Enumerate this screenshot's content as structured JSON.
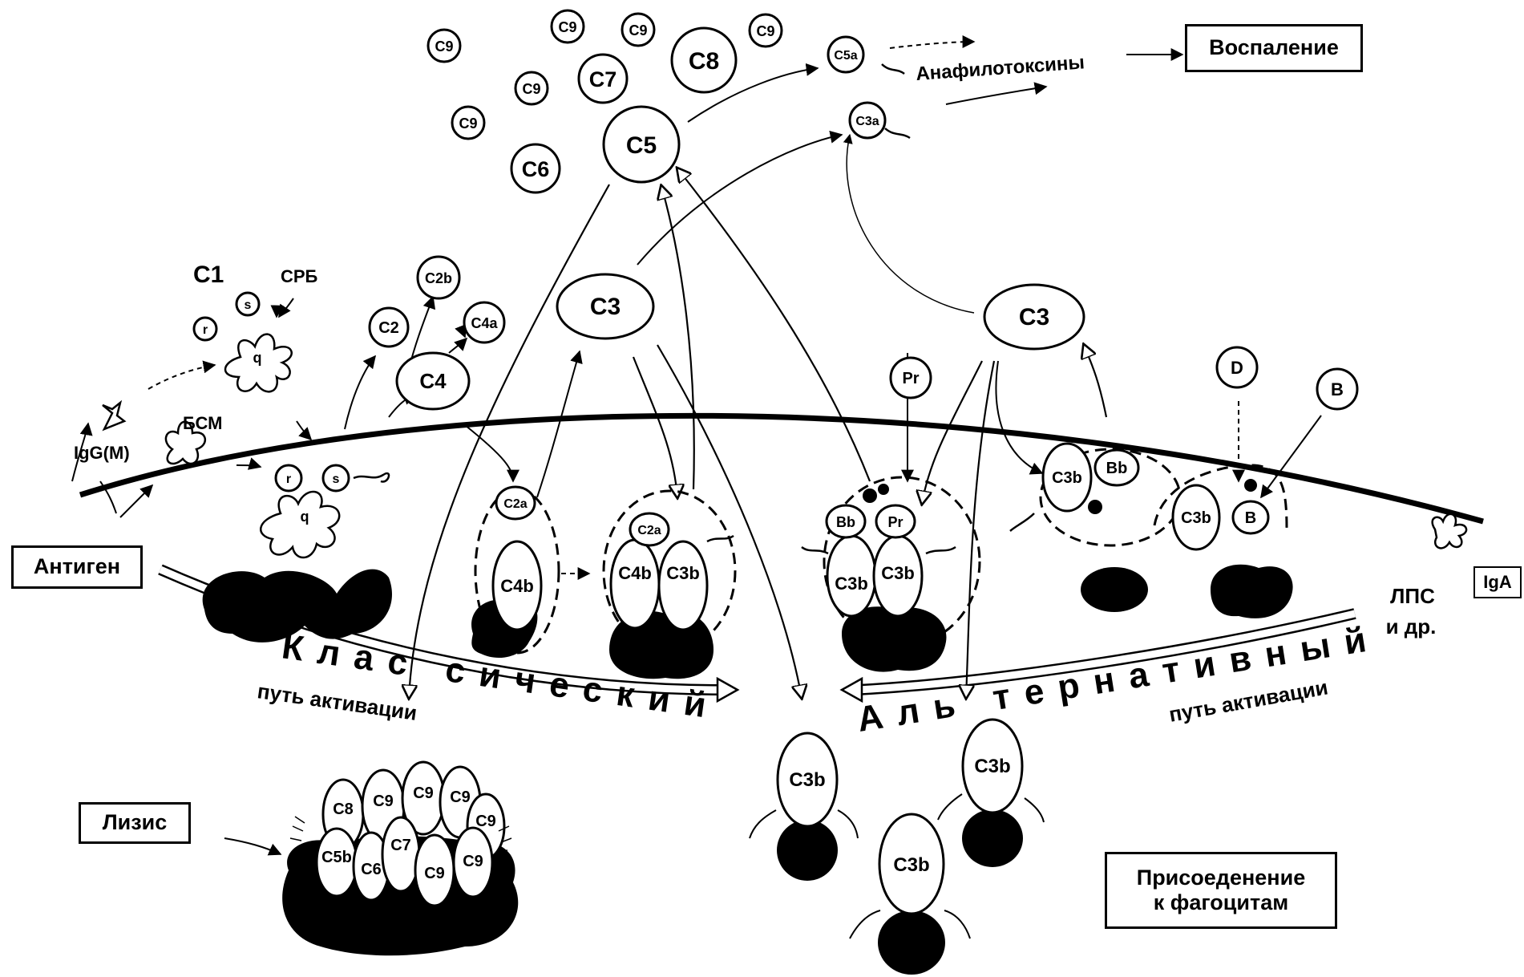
{
  "boxes": {
    "inflammation": "Воспаление",
    "antigen": "Антиген",
    "lysis": "Лизис",
    "attach_line1": "Присоеденение",
    "attach_line2": "к фагоцитам",
    "iga": "IgA"
  },
  "labels": {
    "anaphylatoxins": "Анафилотоксины",
    "c1": "C1",
    "crp": "СРБ",
    "bsm": "БСМ",
    "igg": "IgG(M)",
    "lps_line1": "ЛПС",
    "lps_line2": "и др.",
    "r": "r",
    "s": "s",
    "q": "q",
    "classical_word": "Клас сический",
    "classical_sub": "путь активации",
    "alternative_word": "Аль тернативный",
    "alternative_sub": "путь активации"
  },
  "components": {
    "c9": "C9",
    "c8": "C8",
    "c7": "C7",
    "c6": "C6",
    "c5": "C5",
    "c5a": "C5a",
    "c3a": "C3a",
    "c3": "C3",
    "c2": "C2",
    "c2b": "C2b",
    "c4": "C4",
    "c4a": "C4a",
    "c2a": "C2a",
    "c4b": "C4b",
    "c3b": "C3b",
    "bb": "Bb",
    "pr": "Pr",
    "d": "D",
    "b": "B",
    "c5b": "C5b"
  }
}
